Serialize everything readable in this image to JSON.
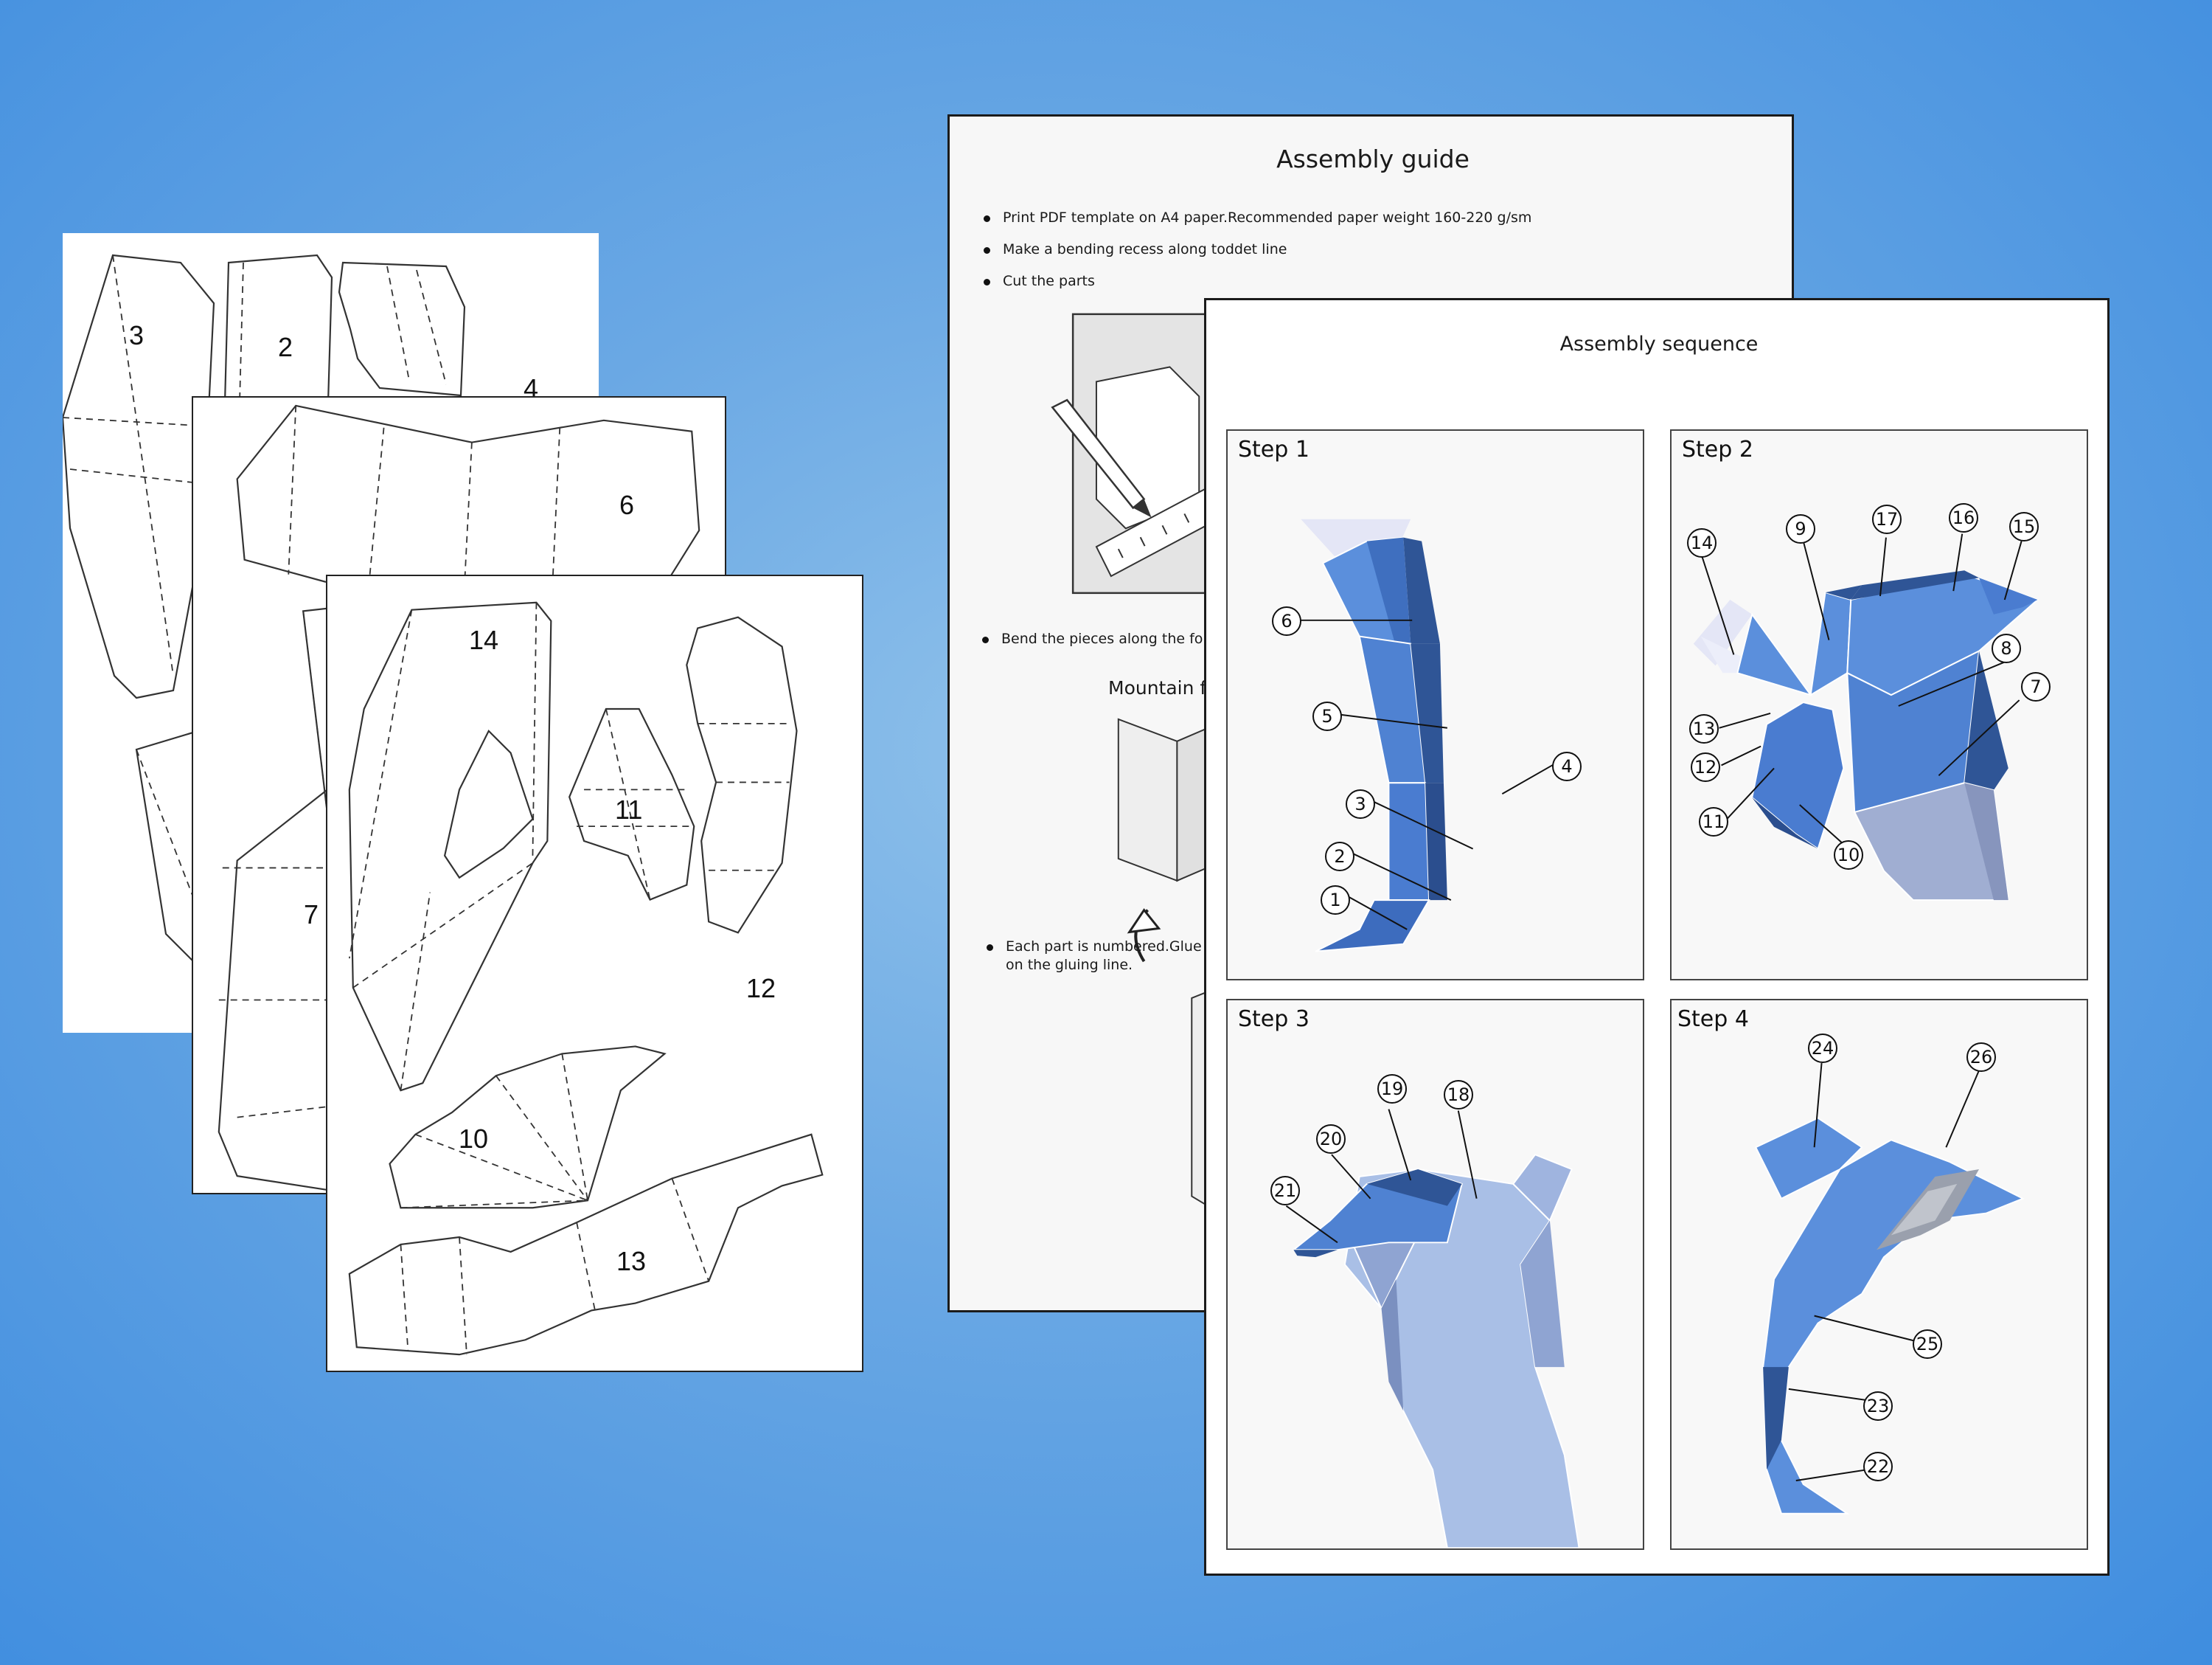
{
  "template_sheets": {
    "sheet_a_parts": [
      "3",
      "2",
      "4"
    ],
    "sheet_b_parts": [
      "6",
      "7"
    ],
    "sheet_c_parts": [
      "14",
      "11",
      "12",
      "10",
      "13"
    ]
  },
  "assembly_guide": {
    "title": "Assembly guide",
    "bullets": [
      "Print PDF template on A4 paper.Recommended paper weight 160-220 g/sm",
      "Make a bending recess along toddet line",
      "Cut the parts"
    ],
    "bend_text": "Bend the pieces along the fold",
    "mountain_label": "Mountain f",
    "numbered_line1": "Each part is numbered.Glue th",
    "numbered_line2": "on the gluing line."
  },
  "assembly_sequence": {
    "title": "Assembly sequence",
    "steps": [
      {
        "label": "Step 1",
        "callouts": [
          "6",
          "5",
          "4",
          "3",
          "2",
          "1"
        ]
      },
      {
        "label": "Step 2",
        "callouts": [
          "14",
          "9",
          "17",
          "16",
          "15",
          "8",
          "7",
          "13",
          "12",
          "11",
          "10"
        ]
      },
      {
        "label": "Step 3",
        "callouts": [
          "19",
          "18",
          "20",
          "21"
        ]
      },
      {
        "label": "Step 4",
        "callouts": [
          "24",
          "26",
          "25",
          "23",
          "22"
        ]
      }
    ]
  },
  "colors": {
    "background": "#5a9de2",
    "model_blue": "#5b8fdc",
    "model_dark": "#2f5596",
    "model_pale": "#a9bfe6"
  }
}
